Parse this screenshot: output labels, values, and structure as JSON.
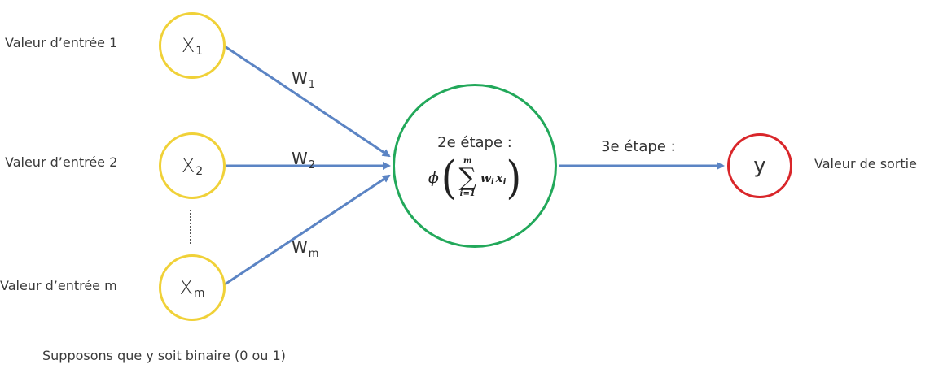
{
  "inputs": [
    {
      "label": "Valeur d’entrée 1",
      "symbol": "X",
      "sub": "1"
    },
    {
      "label": "Valeur d’entrée 2",
      "symbol": "X",
      "sub": "2"
    },
    {
      "label": "Valeur d’entrée m",
      "symbol": "X",
      "sub": "m"
    }
  ],
  "weights": [
    {
      "symbol": "W",
      "sub": "1"
    },
    {
      "symbol": "W",
      "sub": "2"
    },
    {
      "symbol": "W",
      "sub": "m"
    }
  ],
  "neuron": {
    "step_label": "2e étape :",
    "formula": {
      "phi": "ϕ",
      "open": "(",
      "sum_top": "m",
      "sum": "∑",
      "sum_bottom": "i=1",
      "term_w": "w",
      "term_w_sub": "i",
      "term_x": "x",
      "term_x_sub": "i",
      "close": ")"
    }
  },
  "output": {
    "step_label": "3e étape :",
    "symbol": "y",
    "label": "Valeur de sortie"
  },
  "footnote": "Supposons que y soit binaire (0 ou 1)",
  "colors": {
    "input_border": "#f0d138",
    "neuron_border": "#22a85a",
    "output_border": "#d9262a",
    "arrow": "#5b84c4"
  }
}
